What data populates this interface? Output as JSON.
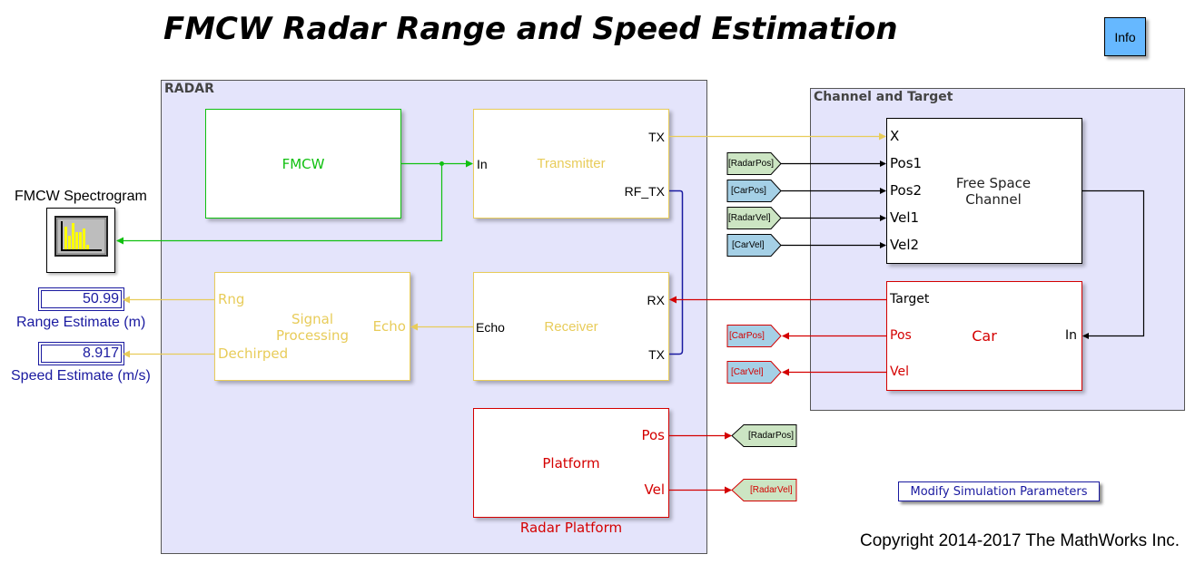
{
  "title": "FMCW Radar Range and Speed Estimation",
  "info_button": {
    "label": "Info"
  },
  "areas": {
    "radar": {
      "label": "RADAR"
    },
    "channel": {
      "label": "Channel and Target"
    }
  },
  "scope": {
    "label": "FMCW Spectrogram",
    "icon": "scope-spectrum-icon"
  },
  "displays": [
    {
      "value": "50.99",
      "caption": "Range Estimate (m)"
    },
    {
      "value": "8.917",
      "caption": "Speed Estimate (m/s)"
    }
  ],
  "blocks": {
    "fmcw": {
      "name": "FMCW"
    },
    "transmitter": {
      "name": "Transmitter",
      "ports": {
        "in": "In",
        "tx": "TX",
        "rf_tx": "RF_TX"
      }
    },
    "signal_processing": {
      "name_line1": "Signal",
      "name_line2": "Processing",
      "ports": {
        "rng": "Rng",
        "dechirped": "Dechirped",
        "echo": "Echo"
      }
    },
    "receiver": {
      "name": "Receiver",
      "ports": {
        "echo": "Echo",
        "rx": "RX",
        "tx": "TX"
      }
    },
    "platform": {
      "name": "Platform",
      "caption": "Radar Platform",
      "ports": {
        "pos": "Pos",
        "vel": "Vel"
      }
    },
    "channel": {
      "name_line1": "Free Space",
      "name_line2": "Channel",
      "ports": {
        "x": "X",
        "pos1": "Pos1",
        "pos2": "Pos2",
        "vel1": "Vel1",
        "vel2": "Vel2"
      }
    },
    "car": {
      "name": "Car",
      "ports": {
        "target": "Target",
        "pos": "Pos",
        "vel": "Vel",
        "in": "In"
      }
    }
  },
  "goto_from_tags": {
    "from_radar_pos": "[RadarPos]",
    "from_car_pos": "[CarPos]",
    "from_radar_vel": "[RadarVel]",
    "from_car_vel": "[CarVel]",
    "goto_car_pos": "[CarPos]",
    "goto_car_vel": "[CarVel]",
    "goto_radar_pos": "[RadarPos]",
    "goto_radar_vel": "[RadarVel]"
  },
  "modify_button": {
    "label": "Modify Simulation Parameters"
  },
  "copyright": "Copyright 2014-2017 The MathWorks Inc.",
  "colors": {
    "green": "#10c010",
    "yellow": "#e8cc5a",
    "red": "#d40000",
    "navy": "#1a1aa0",
    "area_fill": "#e4e4fb",
    "tag_green": "#cce5c3",
    "tag_blue": "#a5d0e6",
    "info_blue": "#66b8ff"
  }
}
